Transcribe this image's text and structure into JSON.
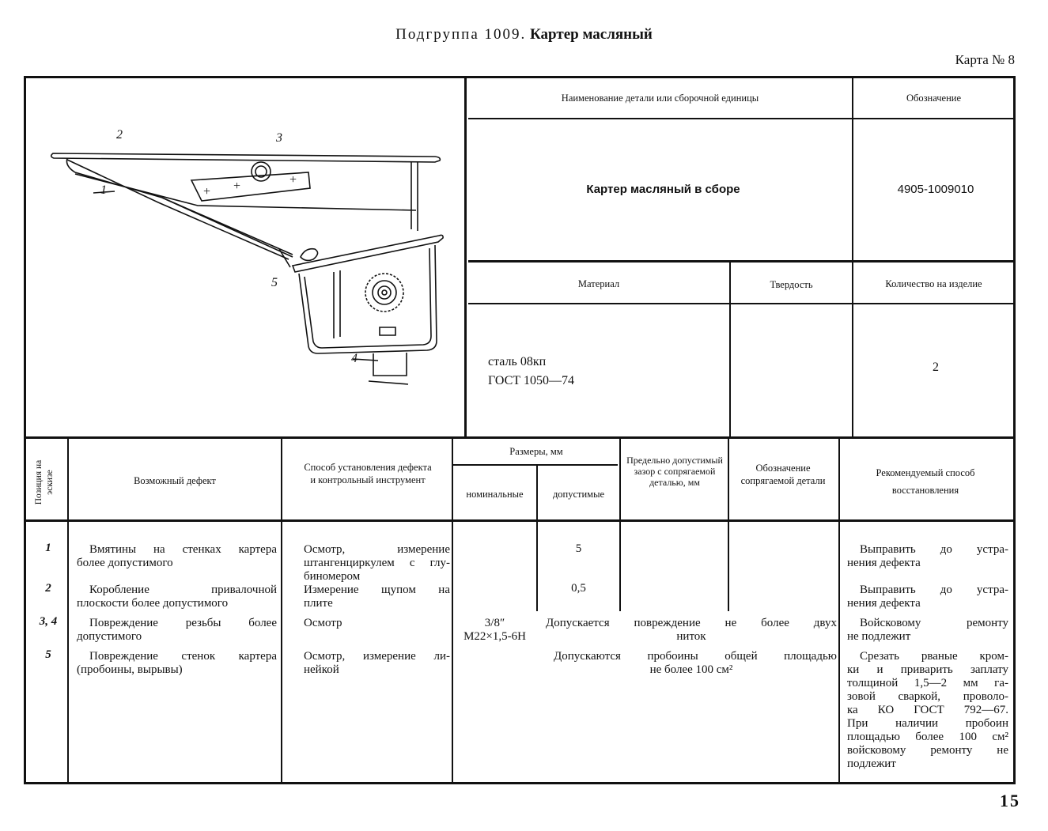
{
  "header": {
    "subgroup_prefix": "Подгруппа 1009.",
    "subgroup_title": "Картер масляный",
    "card": "Карта № 8"
  },
  "top_table": {
    "part_name_header": "Наименование детали или сборочной единицы",
    "designation_header": "Обозначение",
    "part_name": "Картер масляный в сборе",
    "designation": "4905-1009010",
    "material_header": "Материал",
    "hardness_header": "Твердость",
    "quantity_header": "Количество на изделие",
    "material_line1": "сталь 08кп",
    "material_line2": "ГОСТ 1050—74",
    "hardness": "",
    "quantity": "2"
  },
  "sketch": {
    "callouts": [
      "1",
      "2",
      "3",
      "4",
      "5"
    ]
  },
  "defects_table": {
    "headers": {
      "position": "Позиция на эскизе",
      "defect": "Возможный дефект",
      "method": "Способ установления дефекта и контрольный инструмент",
      "sizes": "Размеры, мм",
      "nominal": "номинальные",
      "allowed": "допустимые",
      "max_gap": "Предельно допустимый зазор с сопрягаемой деталью, мм",
      "mating_part": "Обозначение сопрягаемой детали",
      "remedy": "Рекомендуемый способ восстановления"
    },
    "rows": [
      {
        "pos": "1",
        "defect": [
          "Вмятины на стенках картера",
          "более допустимого"
        ],
        "method": [
          "Осмотр, измерение",
          "штангенциркулем с глу-",
          "биномером"
        ],
        "nominal": "",
        "allowed": "5",
        "remedy": [
          "Выправить до устра-",
          "нения дефекта"
        ]
      },
      {
        "pos": "2",
        "defect": [
          "Коробление привалочной",
          "плоскости более допустимого"
        ],
        "method": [
          "Измерение щупом на",
          "плите"
        ],
        "nominal": "",
        "allowed": "0,5",
        "remedy": [
          "Выправить до устра-",
          "нения дефекта"
        ]
      },
      {
        "pos": "3, 4",
        "defect": [
          "Повреждение резьбы более",
          "допустимого"
        ],
        "method": [
          "Осмотр"
        ],
        "nominal": [
          "3/8″",
          "М22×1,5-6Н"
        ],
        "span": [
          "Допускается повреждение не более двух",
          "ниток"
        ],
        "remedy": [
          "Войсковому ремонту",
          "не подлежит"
        ]
      },
      {
        "pos": "5",
        "defect": [
          "Повреждение стенок картера",
          "(пробоины, вырывы)"
        ],
        "method": [
          "Осмотр, измерение ли-",
          "нейкой"
        ],
        "nominal": "",
        "span": [
          "Допускаются пробоины общей площадью",
          "не более 100 см²"
        ],
        "remedy": [
          "Срезать рваные кром-",
          "ки и приварить заплату",
          "толщиной 1,5—2 мм га-",
          "зовой сваркой, проволо-",
          "ка КО ГОСТ 792—67.",
          "При наличии пробоин",
          "площадью более 100 см²",
          "войсковому ремонту не",
          "подлежит"
        ]
      }
    ]
  },
  "page_number": "15"
}
